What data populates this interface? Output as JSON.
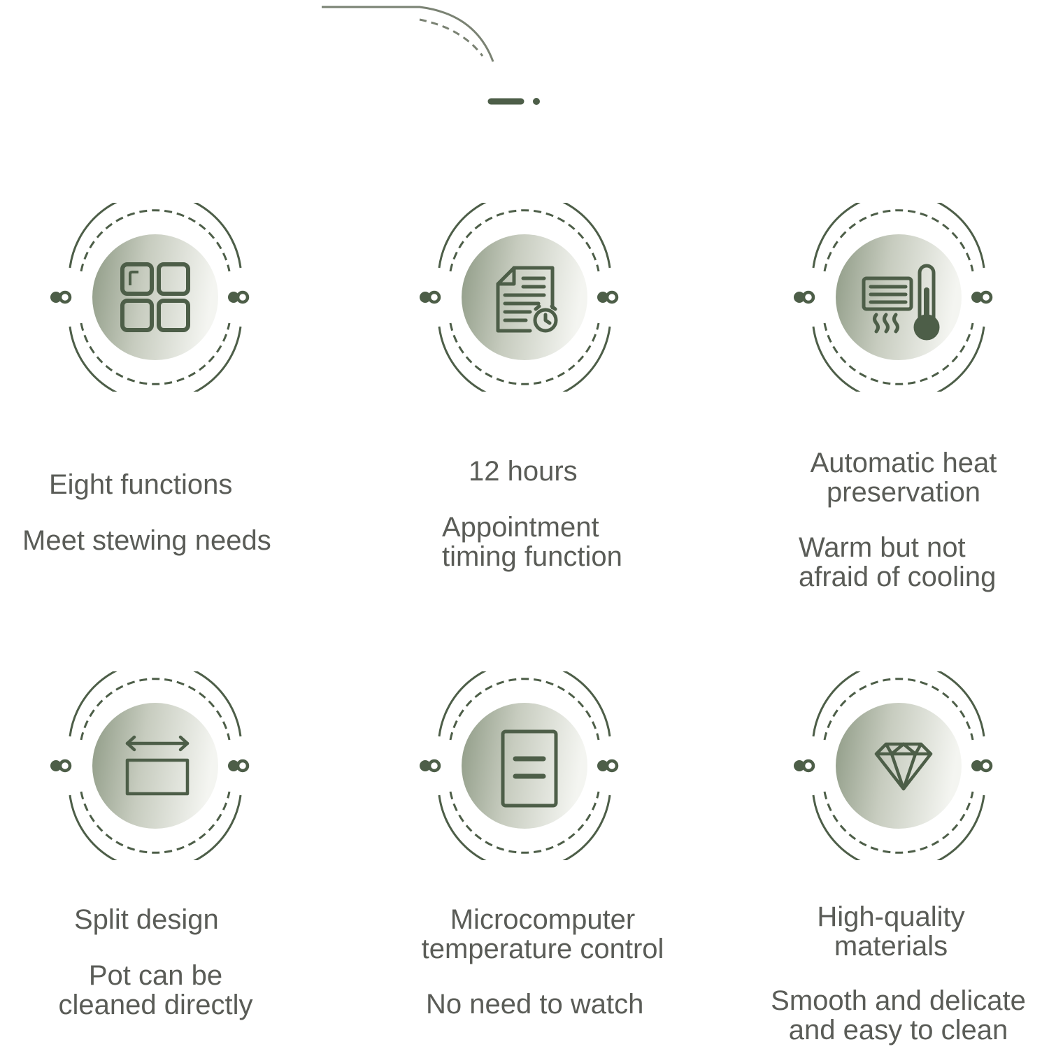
{
  "colors": {
    "accent": "#4d5e48",
    "text": "#5a5c57",
    "badge_light": "#f4f5f1",
    "badge_dark": "#8e9a85"
  },
  "features": [
    {
      "icon": "grid-four-squares-icon",
      "title": "Eight functions",
      "subtitle": "Meet stewing needs"
    },
    {
      "icon": "document-alarm-clock-icon",
      "title": "12 hours",
      "subtitle": "Appointment\ntiming function"
    },
    {
      "icon": "heater-thermometer-icon",
      "title": "Automatic heat\npreservation",
      "subtitle": "Warm but not\nafraid of cooling"
    },
    {
      "icon": "split-panel-arrow-icon",
      "title": "Split design",
      "subtitle": "Pot can be\ncleaned directly"
    },
    {
      "icon": "control-panel-icon",
      "title": "Microcomputer\ntemperature control",
      "subtitle": "No need to watch"
    },
    {
      "icon": "diamond-icon",
      "title": "High-quality\nmaterials",
      "subtitle": "Smooth and delicate\nand easy to clean"
    }
  ]
}
